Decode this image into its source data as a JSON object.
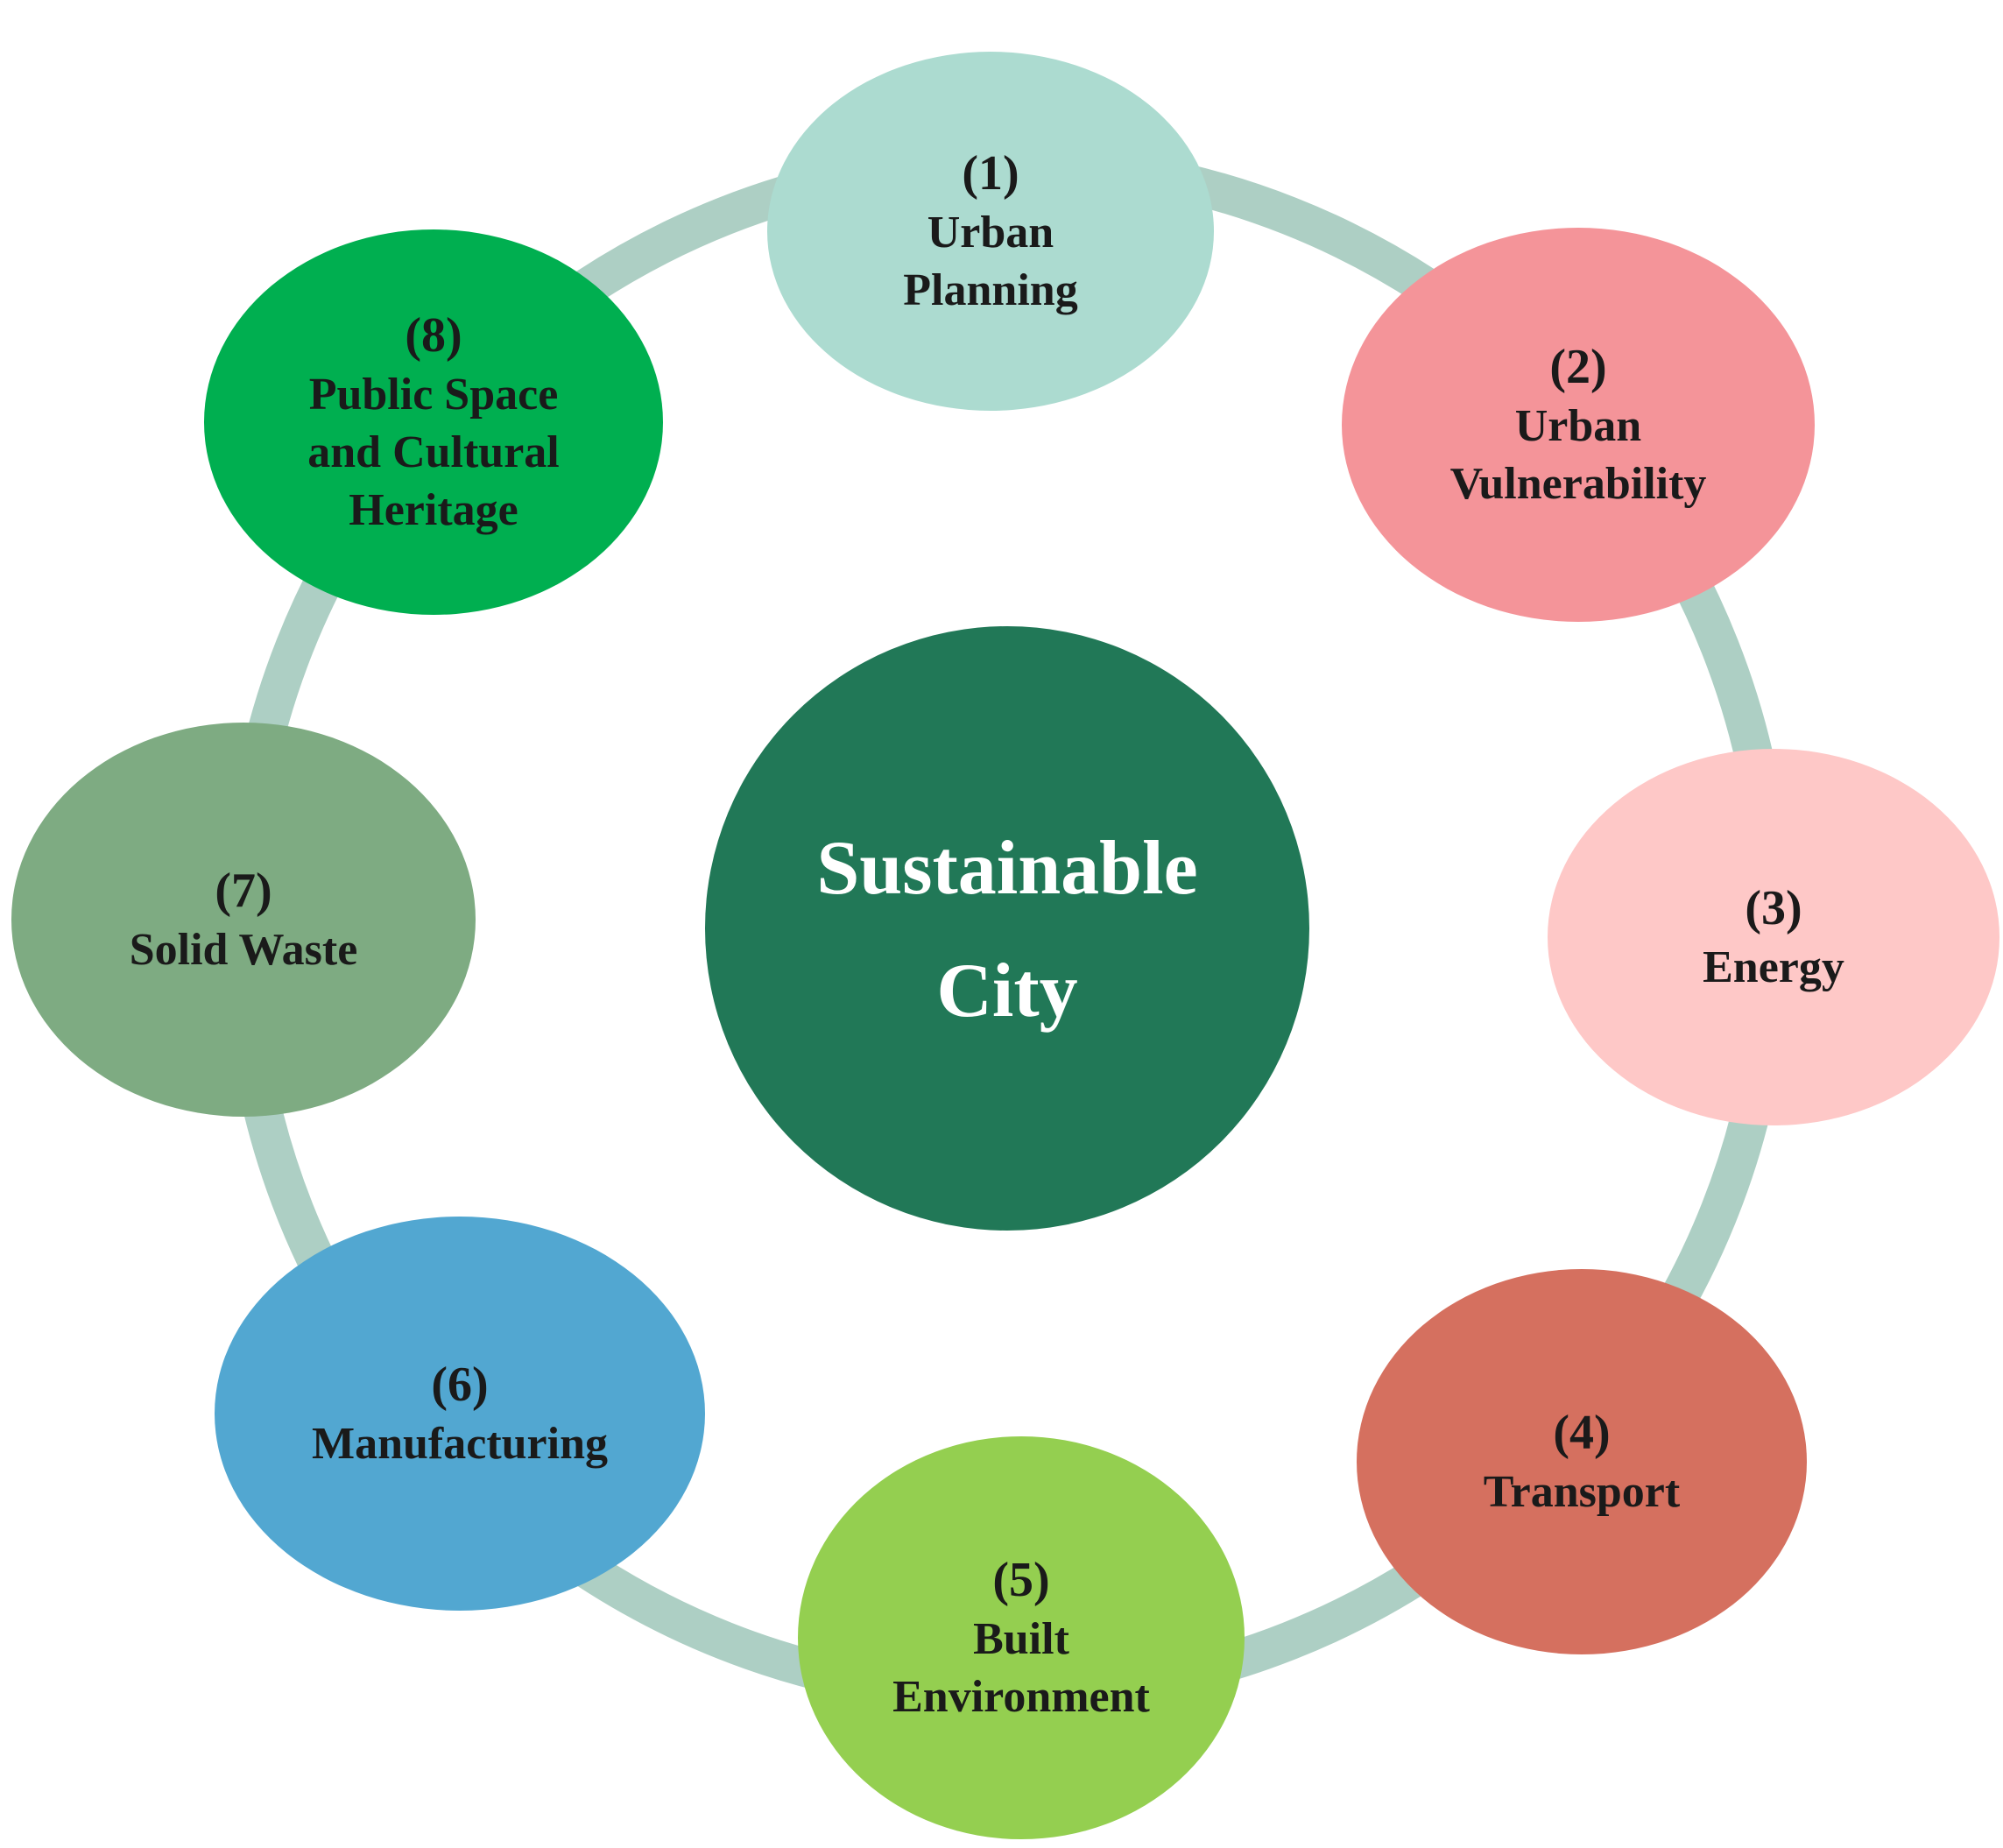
{
  "center": {
    "lines": [
      "Sustainable",
      "City"
    ],
    "color": "#217857"
  },
  "ring_color": "#adcfc4",
  "nodes": [
    {
      "number": "(1)",
      "lines": [
        "Urban",
        "Planning"
      ],
      "color": "#acdbd0"
    },
    {
      "number": "(2)",
      "lines": [
        "Urban",
        "Vulnerability"
      ],
      "color": "#f49499"
    },
    {
      "number": "(3)",
      "lines": [
        "Energy"
      ],
      "color": "#fec8c7"
    },
    {
      "number": "(4)",
      "lines": [
        "Transport"
      ],
      "color": "#d5705f"
    },
    {
      "number": "(5)",
      "lines": [
        "Built",
        "Environment"
      ],
      "color": "#94cf50"
    },
    {
      "number": "(6)",
      "lines": [
        "Manufacturing"
      ],
      "color": "#52a7d1"
    },
    {
      "number": "(7)",
      "lines": [
        "Solid Waste"
      ],
      "color": "#7eab82"
    },
    {
      "number": "(8)",
      "lines": [
        "Public Space",
        "and Cultural",
        "Heritage"
      ],
      "color": "#00af50"
    }
  ]
}
